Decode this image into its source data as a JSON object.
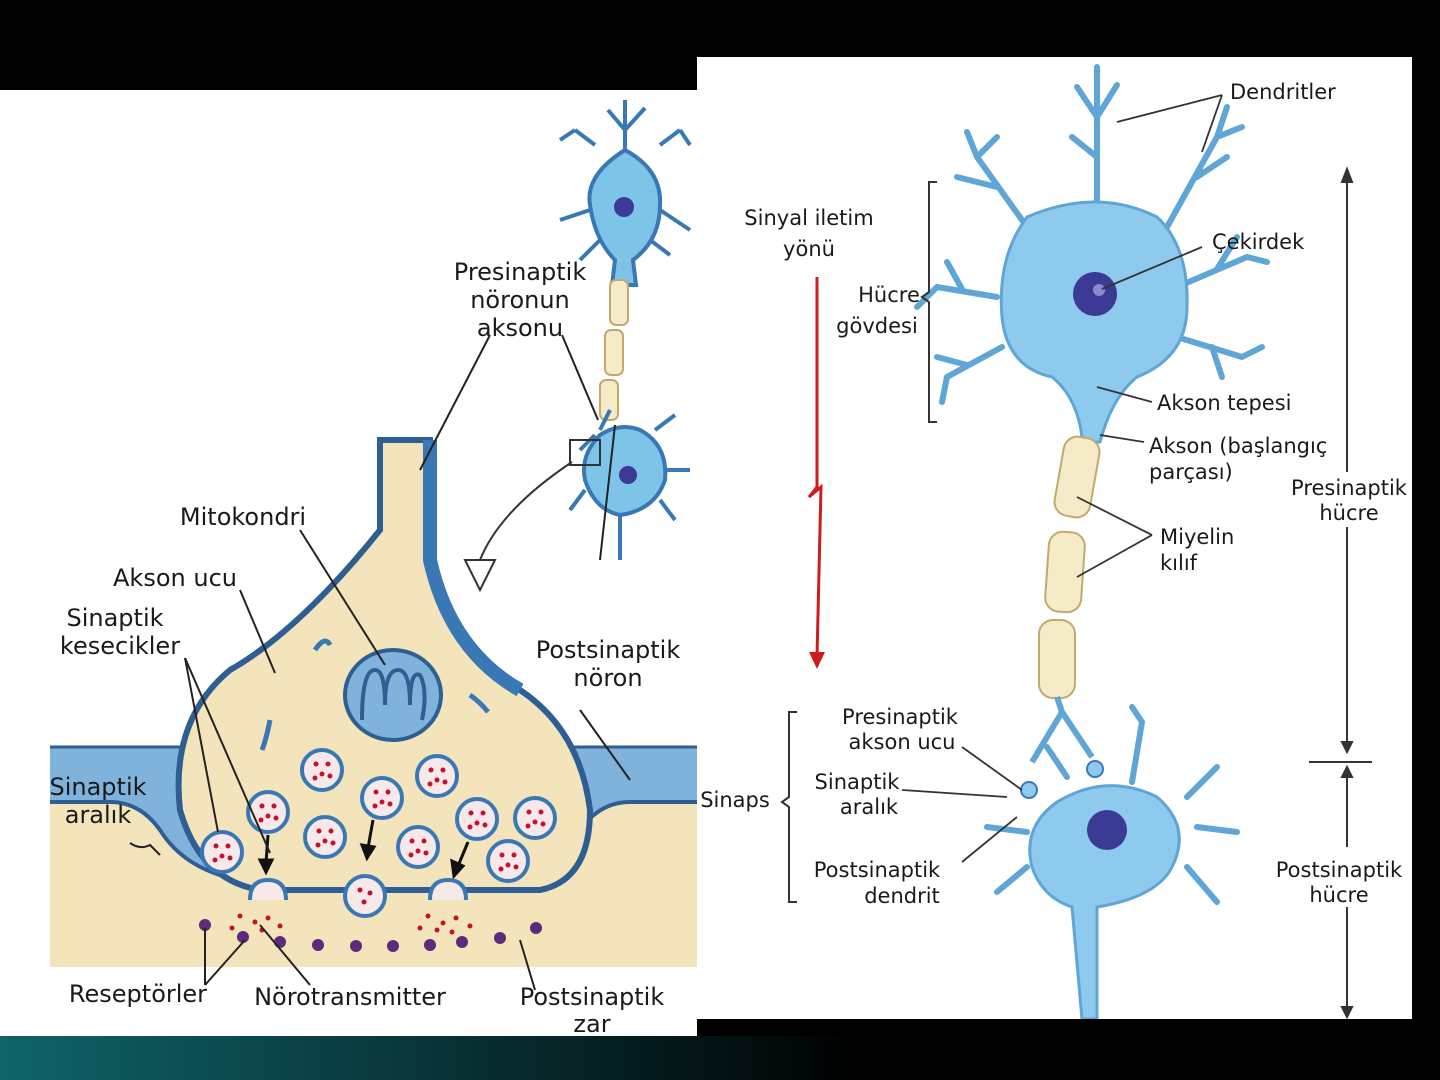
{
  "left_diagram": {
    "labels": {
      "presynaptic_axon": [
        "Presinaptik",
        "nöronun",
        "aksonu"
      ],
      "mitochondria": "Mitokondri",
      "axon_terminal": "Akson ucu",
      "synaptic_vesicles": [
        "Sinaptik",
        "kesecikler"
      ],
      "postsynaptic_neuron": [
        "Postsinaptik",
        "nöron"
      ],
      "synaptic_cleft": [
        "Sinaptik",
        "aralık"
      ],
      "receptors": "Reseptörler",
      "neurotransmitter": "Nörotransmitter",
      "postsynaptic_membrane": [
        "Postsinaptik",
        "zar"
      ]
    }
  },
  "right_diagram": {
    "labels": {
      "dendrites": "Dendritler",
      "signal_direction": [
        "Sinyal iletim",
        "yönü"
      ],
      "nucleus": "Çekirdek",
      "cell_body": [
        "Hücre",
        "gövdesi"
      ],
      "axon_hillock": "Akson tepesi",
      "axon_initial_segment": [
        "Akson (başlangıç",
        "parçası)"
      ],
      "presynaptic_cell": [
        "Presinaptik",
        "hücre"
      ],
      "myelin_sheath": [
        "Miyelin",
        "kılıf"
      ],
      "presynaptic_axon_terminal": [
        "Presinaptik",
        "akson ucu"
      ],
      "synaptic_cleft": [
        "Sinaptik",
        "aralık"
      ],
      "synapse": "Sinaps",
      "postsynaptic_dendrite": [
        "Postsinaptik",
        "dendrit"
      ],
      "postsynaptic_cell": [
        "Postsinaptik",
        "hücre"
      ]
    }
  },
  "colors": {
    "neuron_blue": "#7ec3e8",
    "neuron_dark": "#3a78b5",
    "axon_beige": "#f3e4bb",
    "myelin": "#f6ebc9",
    "vesicle_dot": "#c8102e",
    "signal_arrow": "#d01c1c",
    "slide_accent": "#0f6468"
  }
}
